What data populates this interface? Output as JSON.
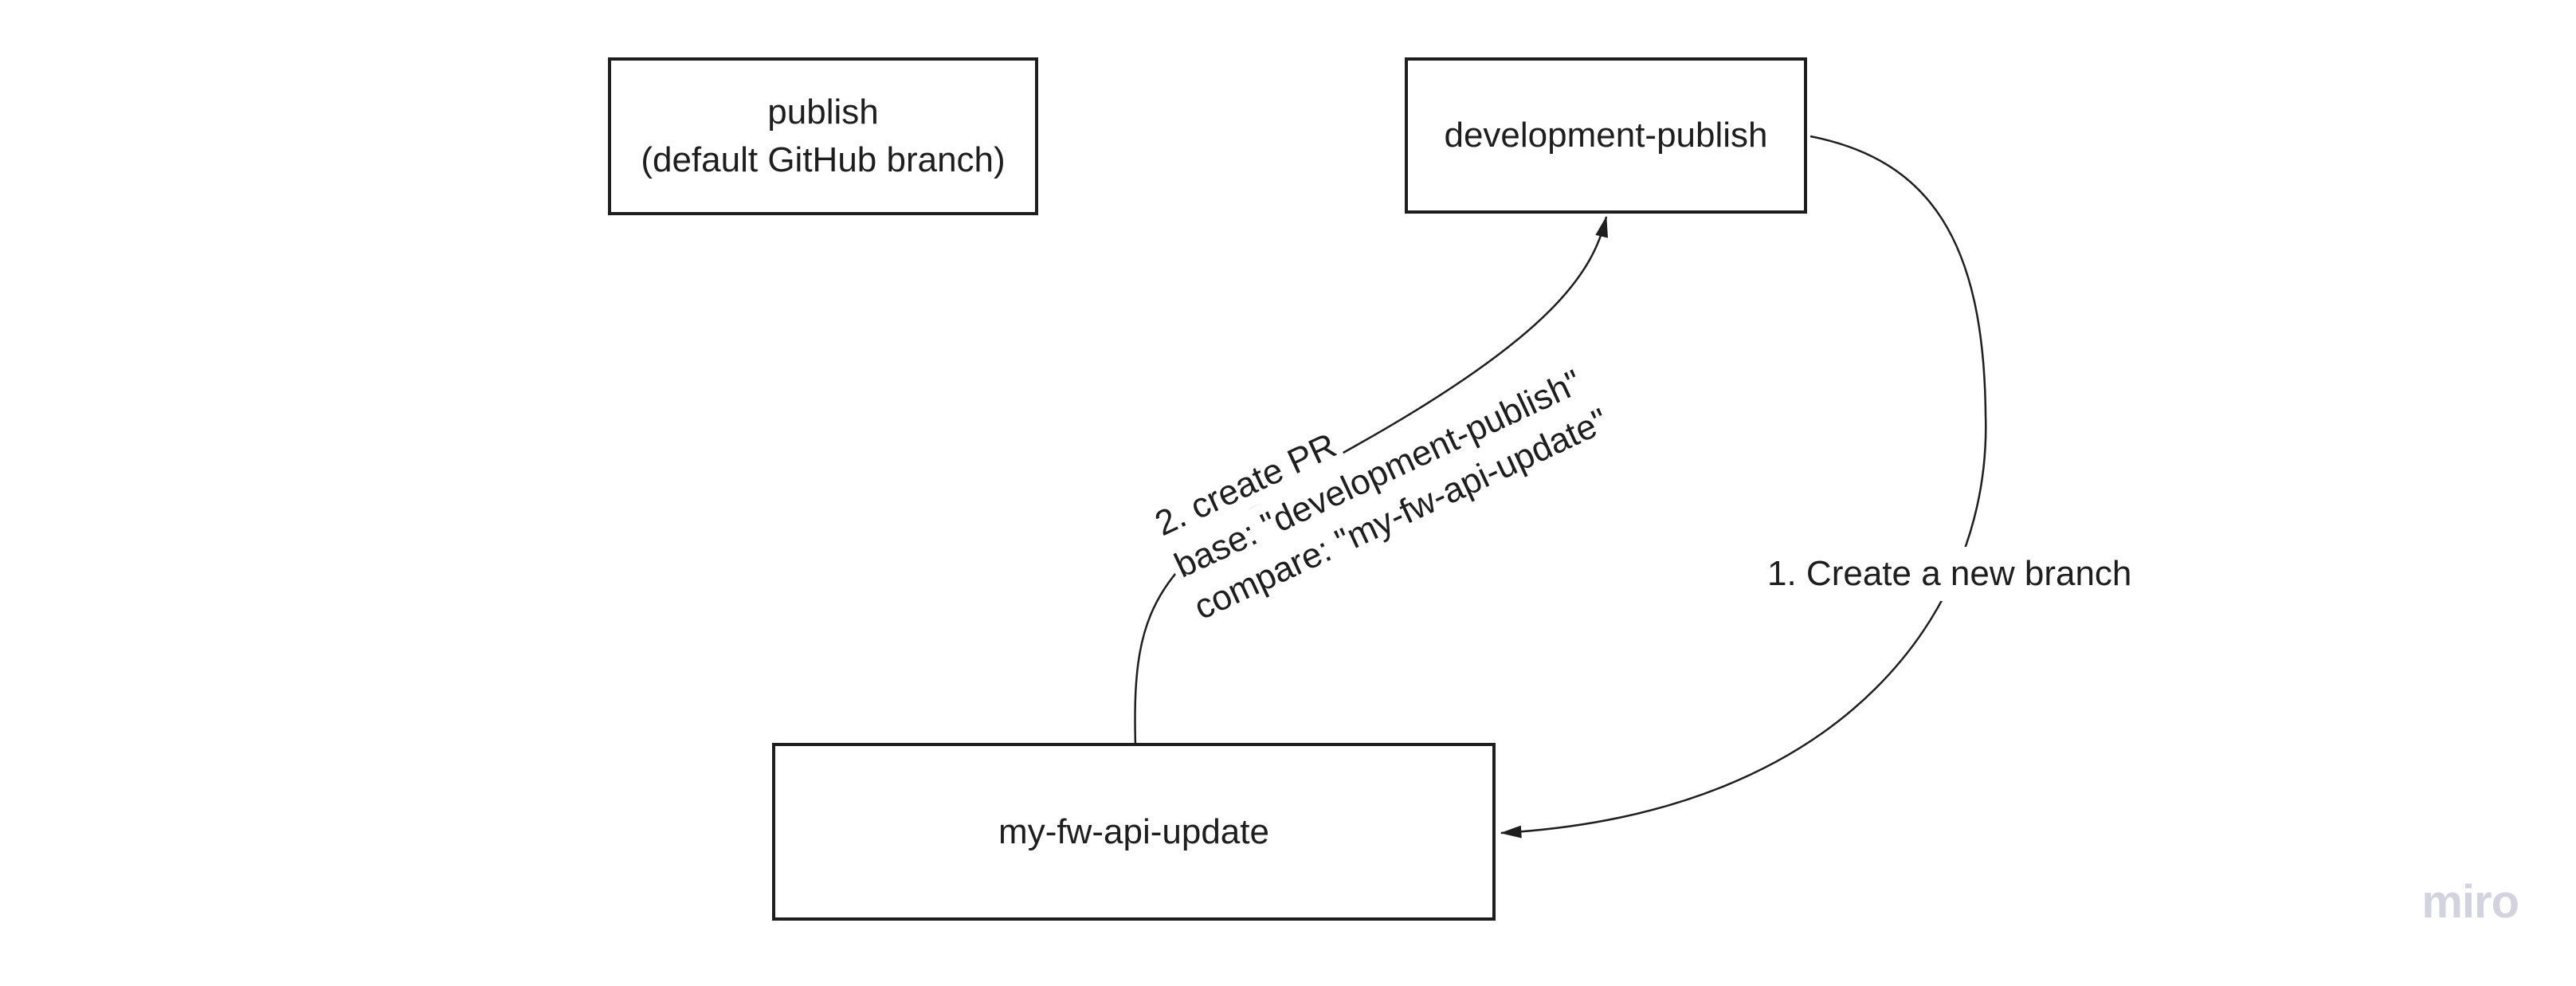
{
  "canvas": {
    "background": "#ffffff",
    "ink_color": "#1e1e1e"
  },
  "nodes": [
    {
      "name": "publish",
      "label_line1": "publish",
      "label_line2": "(default GitHub branch)"
    },
    {
      "name": "development-publish",
      "label": "development-publish"
    },
    {
      "name": "my-fw-api-update",
      "label": "my-fw-api-update"
    }
  ],
  "edges": [
    {
      "name": "create-branch",
      "from": "development-publish",
      "to": "my-fw-api-update",
      "label": "1. Create a new branch"
    },
    {
      "name": "create-pr",
      "from": "my-fw-api-update",
      "to": "development-publish",
      "label_lines": [
        "2. create PR",
        "base: \"development-publish\"",
        "compare: \"my-fw-api-update\""
      ]
    }
  ],
  "watermark": {
    "text": "miro",
    "color": "#d3d2df"
  }
}
